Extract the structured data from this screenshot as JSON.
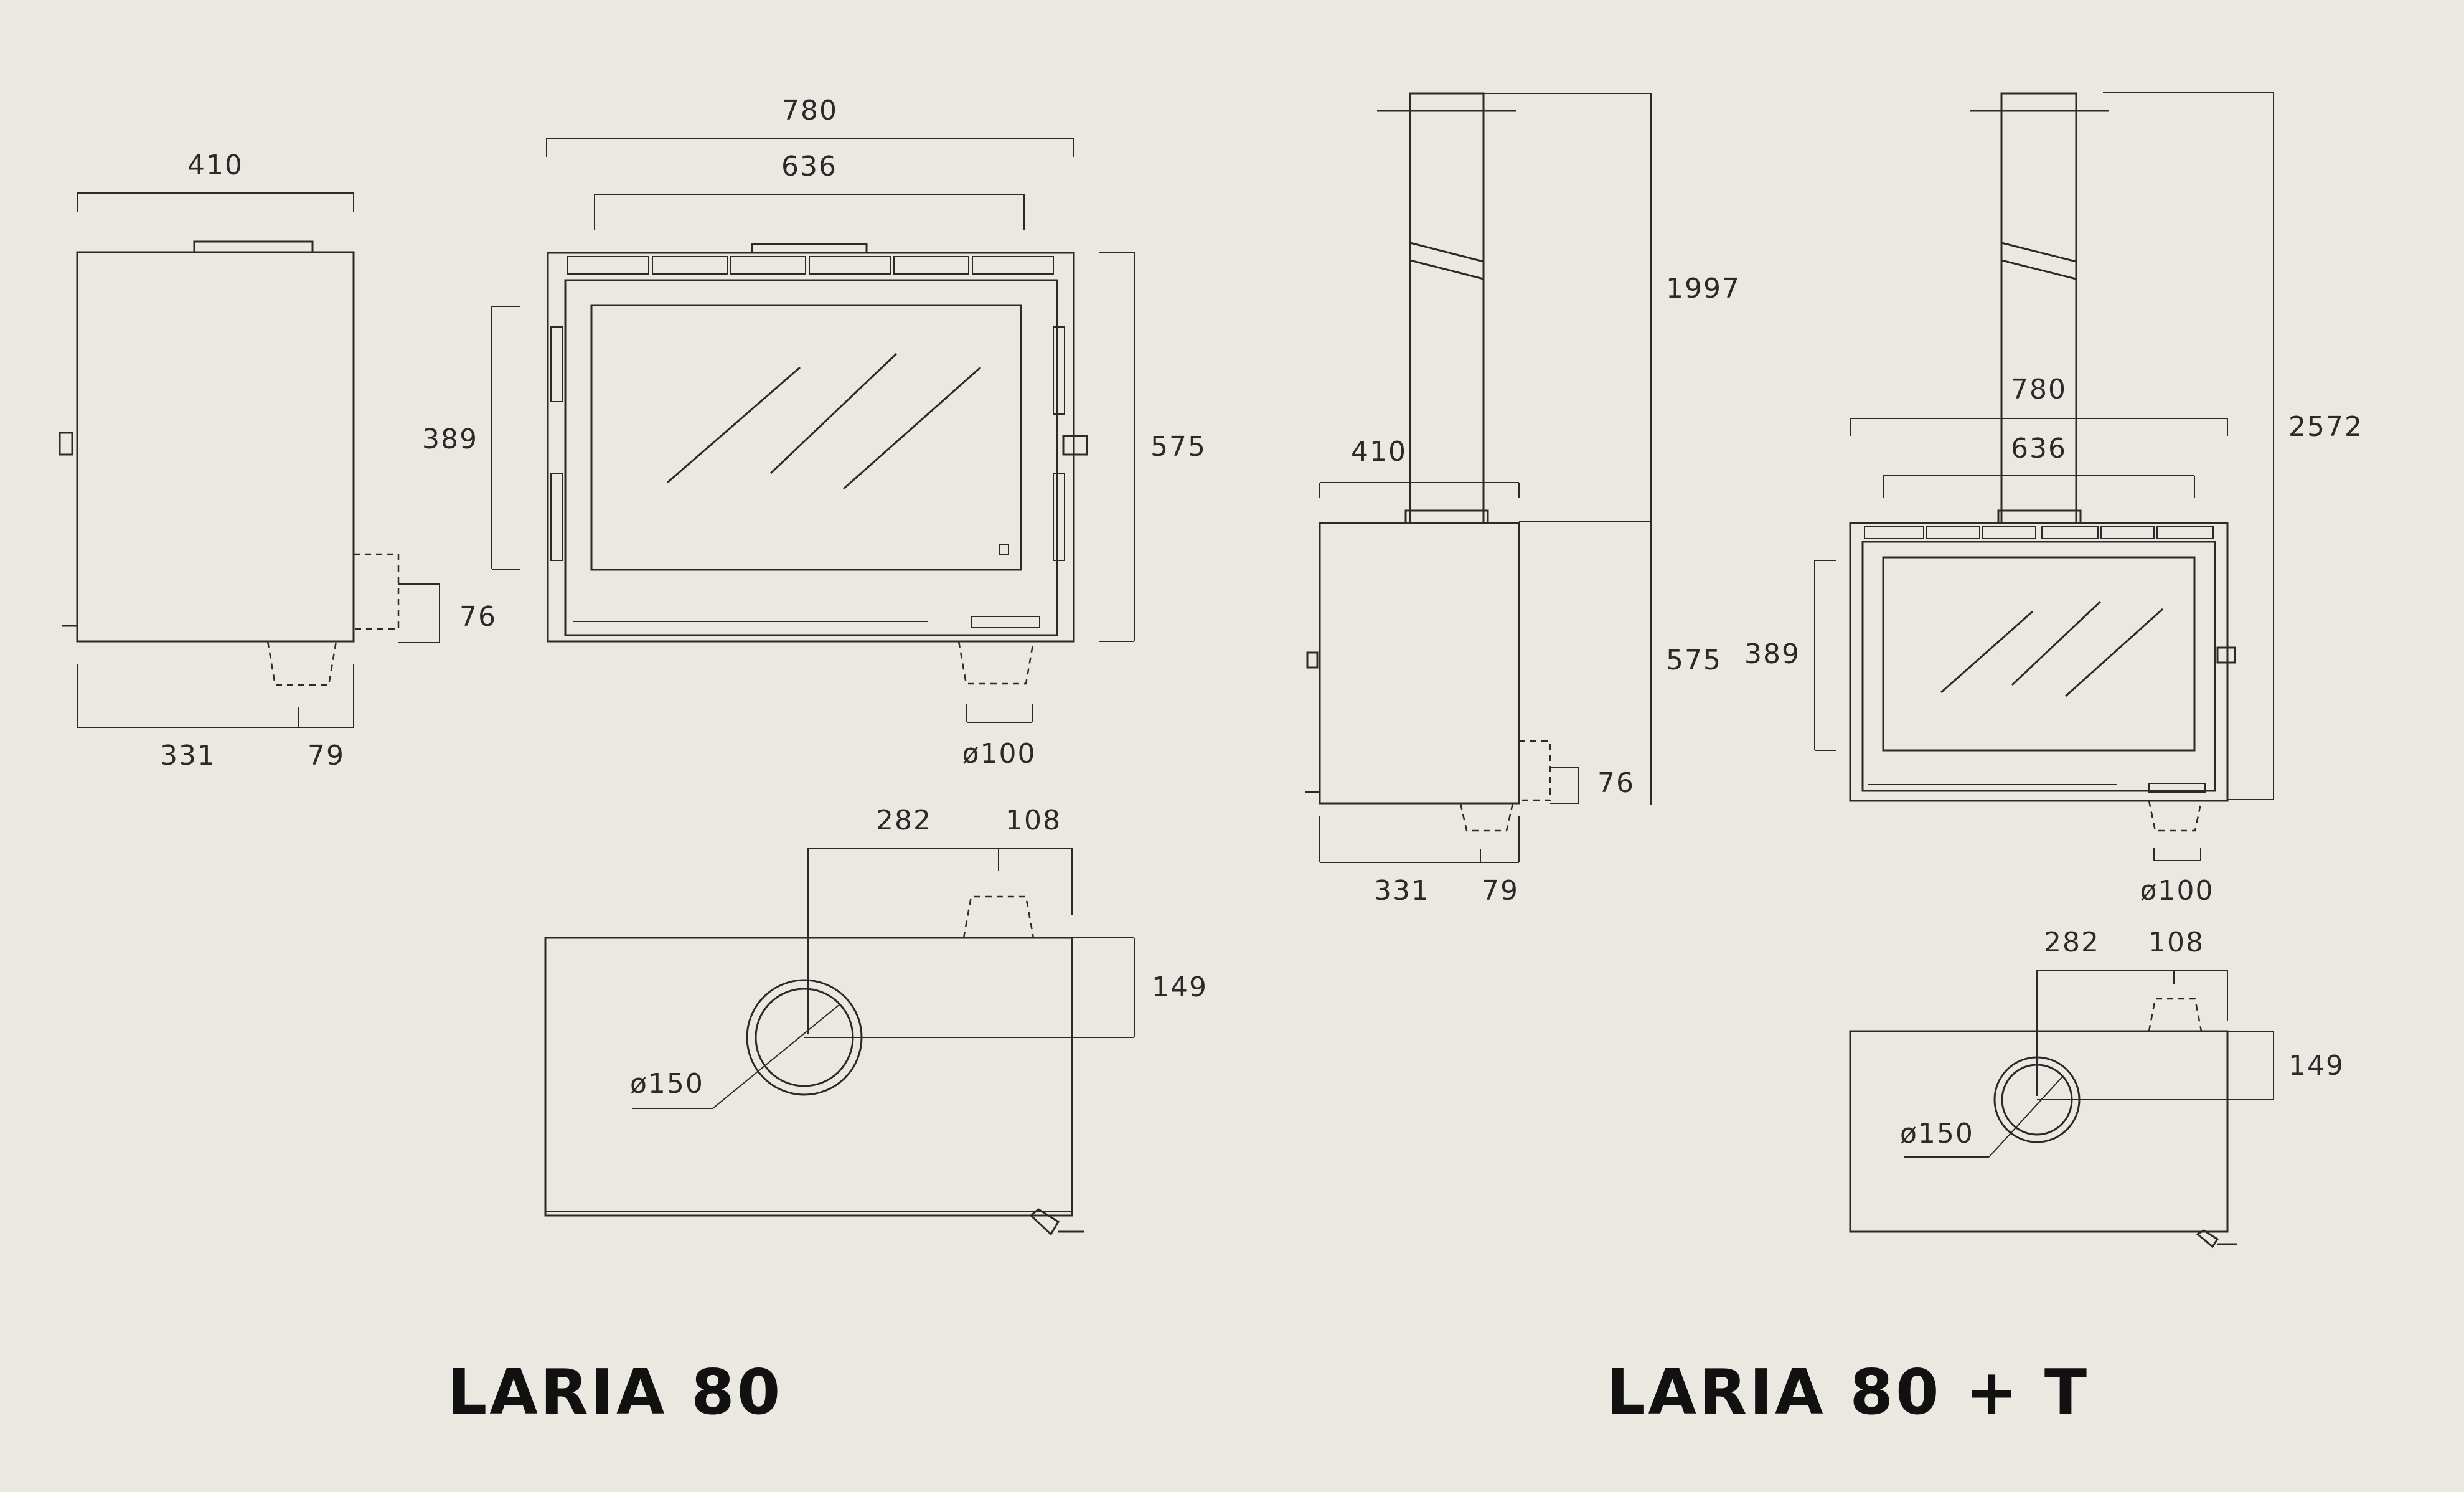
{
  "models": [
    {
      "name": "LARIA 80",
      "side": {
        "width": "410",
        "depth_front": "331",
        "depth_back": "79",
        "outlet_height": "76"
      },
      "front": {
        "overall_width": "780",
        "glass_width": "636",
        "glass_height": "389",
        "overall_height": "575",
        "outlet_diameter": "ø100"
      },
      "top": {
        "flue_offset_x": "282",
        "inlet_offset": "108",
        "flue_offset_y": "149",
        "flue_diameter": "ø150"
      }
    },
    {
      "name": "LARIA 80 + T",
      "side": {
        "width": "410",
        "depth_front": "331",
        "depth_back": "79",
        "outlet_height": "76",
        "body_height": "575",
        "flue_height": "1997"
      },
      "front": {
        "overall_width": "780",
        "glass_width": "636",
        "glass_height": "389",
        "total_height": "2572",
        "outlet_diameter": "ø100"
      },
      "top": {
        "flue_offset_x": "282",
        "inlet_offset": "108",
        "flue_offset_y": "149",
        "flue_diameter": "ø150"
      }
    }
  ]
}
